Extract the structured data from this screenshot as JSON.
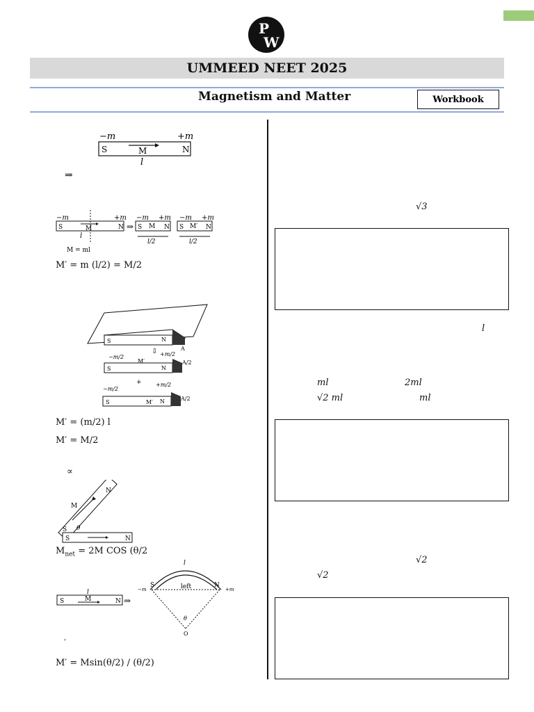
{
  "header": {
    "logo": {
      "top": "P",
      "bottom": "W"
    },
    "banner_title": "UMMEED NEET 2025",
    "chapter_title": "Magnetism and Matter",
    "workbook_label": "Workbook"
  },
  "left_column": {
    "fig1": {
      "neg_pole": "−m",
      "pos_pole": "+m",
      "south": "S",
      "north": "N",
      "moment": "M",
      "length": "l"
    },
    "implies_symbol": "⇒",
    "fig2": {
      "neg": "−m",
      "pos": "+m",
      "south": "S",
      "north": "N",
      "moment": "M",
      "moment_half": "M′",
      "length": "l",
      "half_length": "l/2",
      "relation": "M = ml"
    },
    "eq_transverse_lhs": "M′ = m",
    "eq_transverse_mid": "(l/2)",
    "eq_transverse_rhs": "= M/2",
    "fig3": {
      "neg_half": "−m/2",
      "pos_half": "+m/2",
      "moment_half": "M′",
      "area": "A",
      "area_half": "A/2",
      "south": "S",
      "north": "N",
      "down_arrow": "⇩",
      "plus": "+"
    },
    "eq_axial_1": "M′ = (m/2) l",
    "eq_axial_2": "M′ = M/2",
    "proportional_symbol": "∝",
    "fig4": {
      "moment": "M",
      "south": "S",
      "north": "N",
      "angle": "θ"
    },
    "eq_net_prefix": "M",
    "eq_net_sub": "net",
    "eq_net_rest": "= 2M COS (θ/2",
    "fig5": {
      "south": "S",
      "north": "N",
      "moment": "M",
      "length": "l",
      "arc_length": "l",
      "arc_label": "left",
      "neg": "−m",
      "pos": "+m",
      "angle": "θ",
      "center": "O",
      "implies": "⇒"
    },
    "apostrophe": ",",
    "eq_bent": "M′ = Msin(θ/2) / (θ/2)"
  },
  "right_column": {
    "sqrt3": "√3",
    "l_italic": "l",
    "opt_a": "ml",
    "opt_b": "2ml",
    "opt_c": "√2 ml",
    "opt_d": "ml",
    "sqrt2_a": "√2",
    "sqrt2_b": "√2"
  },
  "colors": {
    "banner": "#d9d9d9",
    "rule": "#8ea9db",
    "green_tab": "#9ccc7a"
  }
}
